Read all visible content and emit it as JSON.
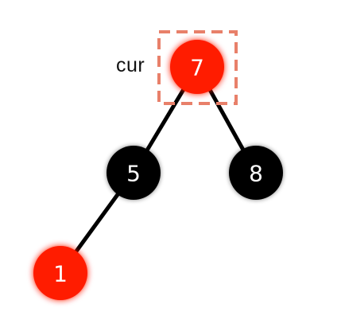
{
  "diagram": {
    "type": "red-black-tree",
    "pointer_label": "cur",
    "nodes": [
      {
        "id": "n7",
        "value": "7",
        "color": "red"
      },
      {
        "id": "n5",
        "value": "5",
        "color": "black"
      },
      {
        "id": "n8",
        "value": "8",
        "color": "black"
      },
      {
        "id": "n1",
        "value": "1",
        "color": "red"
      }
    ],
    "edges": [
      {
        "from": "n7",
        "to": "n5"
      },
      {
        "from": "n7",
        "to": "n8"
      },
      {
        "from": "n5",
        "to": "n1"
      }
    ],
    "highlighted_node": "n7",
    "colors": {
      "red": "#ff1a00",
      "black": "#000000",
      "highlight_box": "#e8806a",
      "edge": "#000000"
    }
  }
}
